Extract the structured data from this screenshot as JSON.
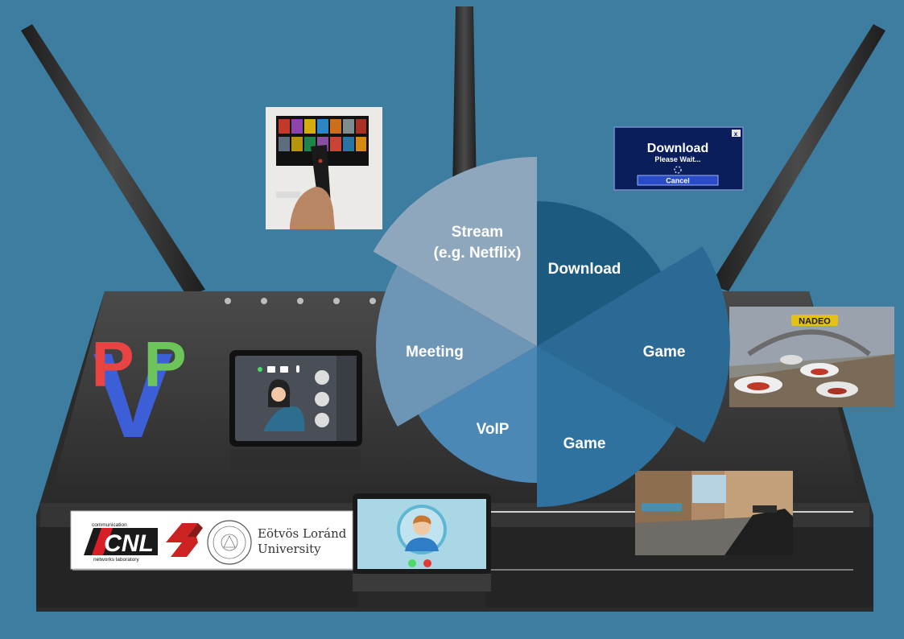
{
  "segments": [
    {
      "id": "stream",
      "lines": [
        "Stream",
        "(e.g. Netflix)"
      ],
      "color": "#8ea7bd"
    },
    {
      "id": "download",
      "lines": [
        "Download"
      ],
      "color": "#1d5a80"
    },
    {
      "id": "game-1",
      "lines": [
        "Game"
      ],
      "color": "#2a6a94"
    },
    {
      "id": "game-2",
      "lines": [
        "Game"
      ],
      "color": "#2f72a0"
    },
    {
      "id": "voip",
      "lines": [
        "VoIP"
      ],
      "color": "#4b88b5"
    },
    {
      "id": "meeting",
      "lines": [
        "Meeting"
      ],
      "color": "#6d96b6"
    }
  ],
  "download_popup": {
    "title": "Download",
    "subtitle": "Please Wait...",
    "button": "Cancel",
    "close": "x"
  },
  "game_banner": "NADEO",
  "pvp_logo": {
    "letters": [
      "P",
      "V",
      "P"
    ],
    "colors": [
      "#e84444",
      "#3c5fd8",
      "#6cc45a"
    ]
  },
  "cnl_logo": {
    "top": "communication",
    "mark": "CNL",
    "bottom": "networks laboratory"
  },
  "university": {
    "line1": "Eötvös Loránd",
    "line2": "University"
  }
}
